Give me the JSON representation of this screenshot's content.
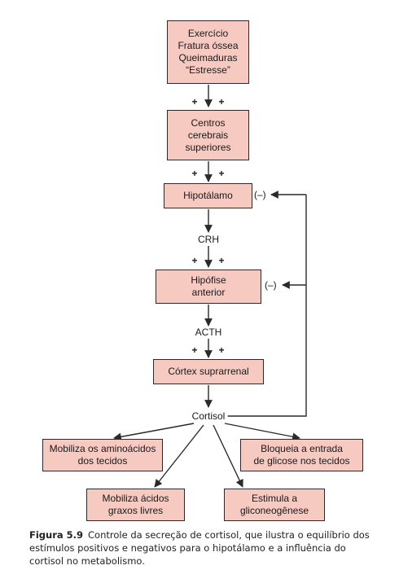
{
  "nodes": {
    "stimuli": [
      "Exercício",
      "Fratura óssea",
      "Queimaduras",
      "“Estresse”"
    ],
    "higher_centers": [
      "Centros",
      "cerebrais",
      "superiores"
    ],
    "hypothalamus": [
      "Hipotálamo"
    ],
    "crh": "CRH",
    "pituitary": [
      "Hipófise",
      "anterior"
    ],
    "acth": "ACTH",
    "adrenal": [
      "Córtex suprarrenal"
    ],
    "cortisol": "Cortisol",
    "amino_acids": [
      "Mobiliza os aminoácidos",
      "dos tecidos"
    ],
    "fatty_acids": [
      "Mobiliza ácidos",
      "graxos livres"
    ],
    "gluconeogenesis": [
      "Estimula a",
      "gliconeogênese"
    ],
    "glucose_block": [
      "Bloqueia a entrada",
      "de glicose nos tecidos"
    ]
  },
  "signs": {
    "plus": "+",
    "minus": "(–)"
  },
  "caption": {
    "label": "Figura 5.9",
    "text": "Controle da secreção de cortisol, que ilustra o equilíbrio dos estímulos positivos e negativos para o hipotálamo e a influência do cortisol no metabolismo."
  },
  "colors": {
    "box_fill": "#f6c9c1",
    "stroke": "#2a2a2a"
  }
}
